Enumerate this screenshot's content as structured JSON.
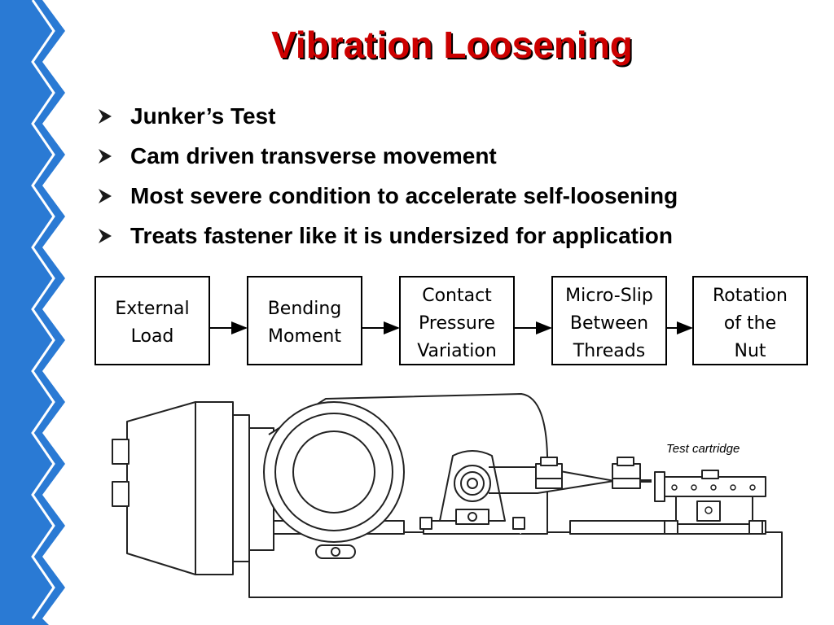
{
  "slide": {
    "title": "Vibration Loosening",
    "bullets": [
      "Junker’s Test",
      "Cam driven transverse movement",
      "Most severe condition to accelerate self-loosening",
      "Treats fastener like it is undersized for application"
    ]
  },
  "flow": {
    "boxes": [
      [
        "External",
        "Load"
      ],
      [
        "Bending",
        "Moment"
      ],
      [
        "Contact",
        "Pressure",
        "Variation"
      ],
      [
        "Micro-Slip",
        "Between",
        "Threads"
      ],
      [
        "Rotation",
        "of the",
        "Nut"
      ]
    ]
  },
  "machine": {
    "cartridge_label": "Test cartridge"
  },
  "colors": {
    "title": "#cc0000",
    "accent_blue": "#2a7ad4",
    "bullet_arrow": "#1a1a1a"
  }
}
